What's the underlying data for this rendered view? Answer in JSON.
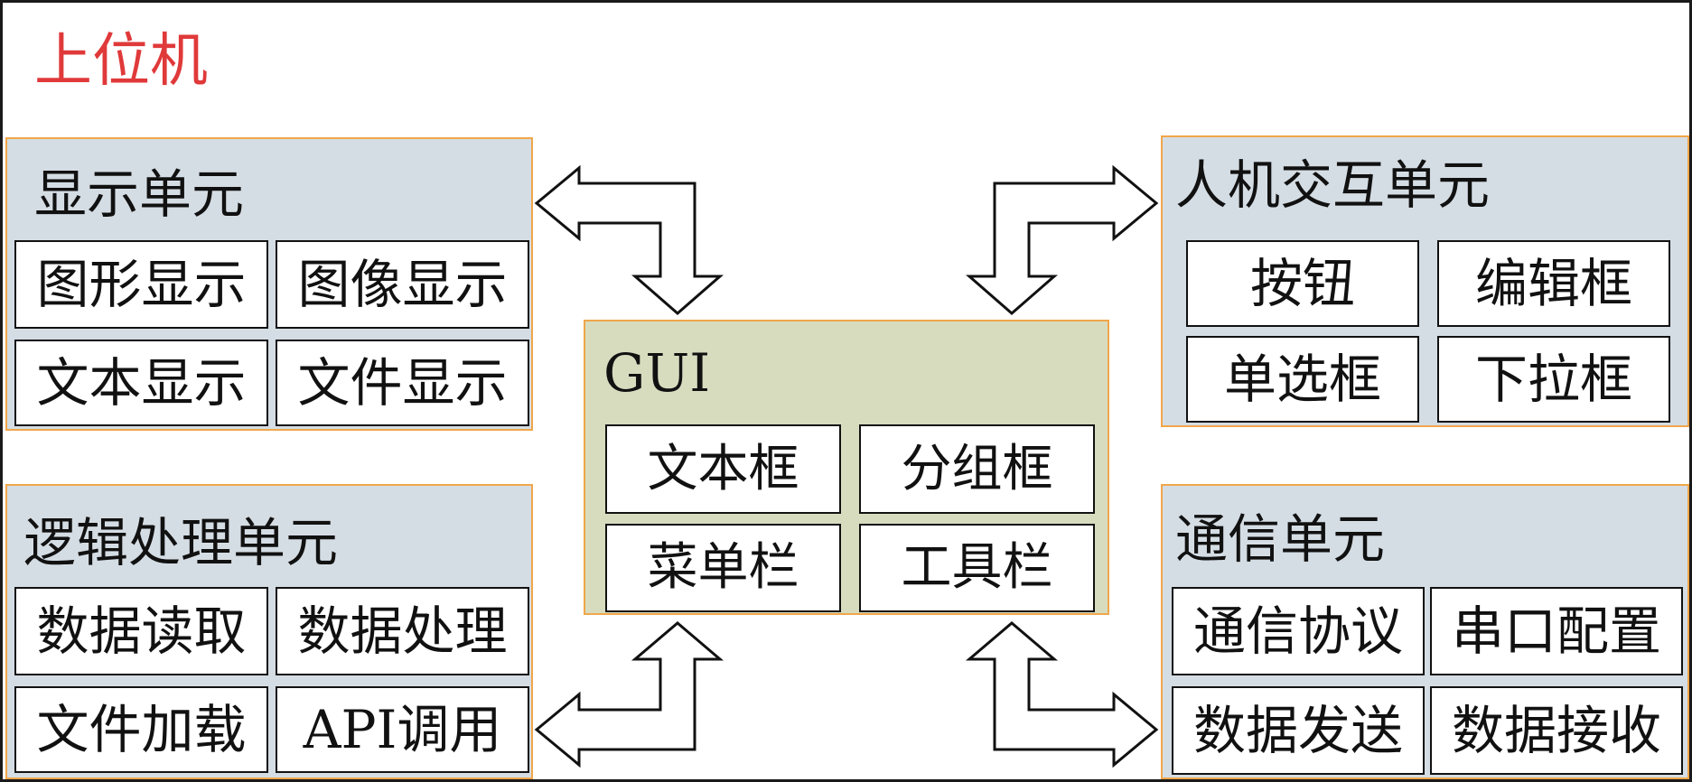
{
  "title": "上位机",
  "colors": {
    "title": "#e0393a",
    "unit_fill": "#d5dde4",
    "gui_fill": "#d8dcbf",
    "unit_border": "#f0a64a",
    "cell_border": "#111111"
  },
  "display_unit": {
    "title": "显示单元",
    "cells": [
      "图形显示",
      "图像显示",
      "文本显示",
      "文件显示"
    ]
  },
  "logic_unit": {
    "title": "逻辑处理单元",
    "cells": [
      "数据读取",
      "数据处理",
      "文件加载",
      "API调用"
    ]
  },
  "gui": {
    "title": "GUI",
    "cells": [
      "文本框",
      "分组框",
      "菜单栏",
      "工具栏"
    ]
  },
  "hci_unit": {
    "title": "人机交互单元",
    "cells": [
      "按钮",
      "编辑框",
      "单选框",
      "下拉框"
    ]
  },
  "comm_unit": {
    "title": "通信单元",
    "cells": [
      "通信协议",
      "串口配置",
      "数据发送",
      "数据接收"
    ]
  },
  "connectors": [
    {
      "from": "display_unit",
      "to": "gui",
      "icon": "double-elbow-arrow"
    },
    {
      "from": "hci_unit",
      "to": "gui",
      "icon": "double-elbow-arrow"
    },
    {
      "from": "logic_unit",
      "to": "gui",
      "icon": "double-elbow-arrow"
    },
    {
      "from": "comm_unit",
      "to": "gui",
      "icon": "double-elbow-arrow"
    }
  ]
}
